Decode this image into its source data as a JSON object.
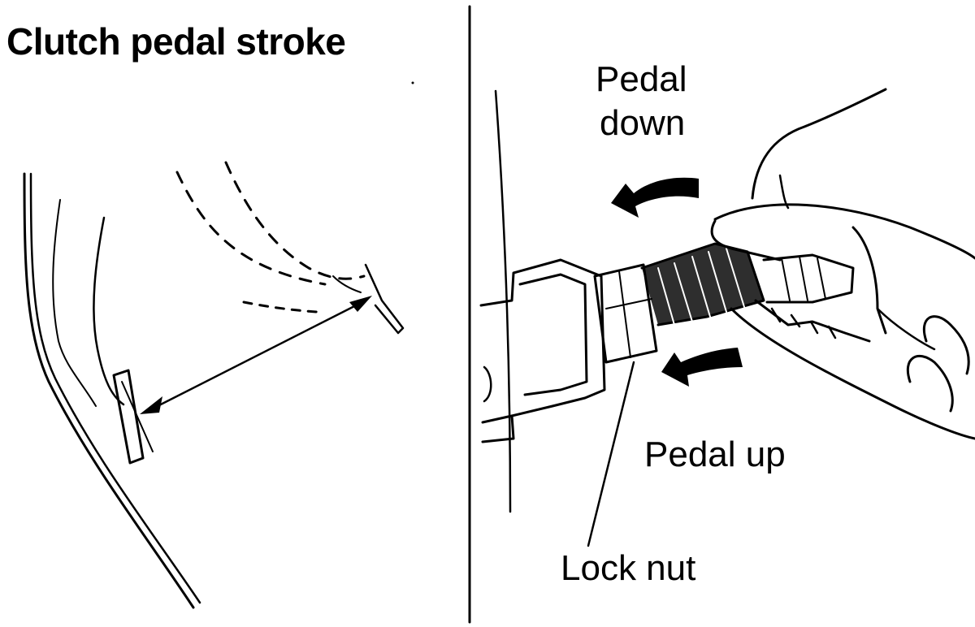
{
  "title": "Clutch pedal stroke",
  "labels": {
    "pedal_down_line1": "Pedal",
    "pedal_down_line2": "down",
    "pedal_up": "Pedal up",
    "lock_nut": "Lock nut"
  },
  "colors": {
    "ink": "#000000",
    "paper": "#ffffff"
  },
  "icons": [
    "arrow-left-icon",
    "curved-arrow-icon",
    "pliers-icon",
    "hand-icon"
  ]
}
